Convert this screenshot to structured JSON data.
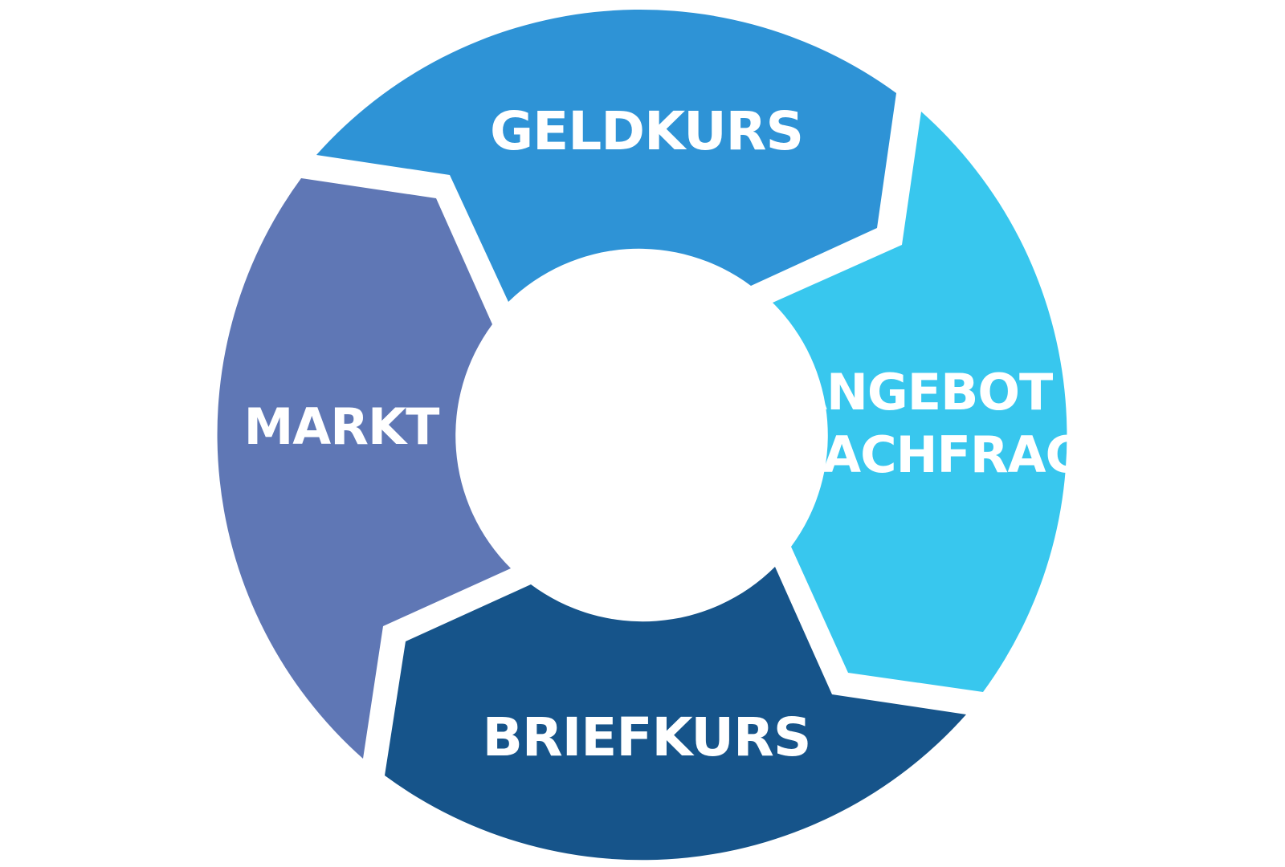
{
  "diagram": {
    "segments": [
      {
        "id": "geldkurs",
        "label_lines": [
          "GELDKURS"
        ],
        "color": "#2E93D6"
      },
      {
        "id": "angebot-nachfrage",
        "label_lines": [
          "ANGEBOT &",
          "NACHFRAGE"
        ],
        "color": "#38C7EE"
      },
      {
        "id": "briefkurs",
        "label_lines": [
          "BRIEFKURS"
        ],
        "color": "#16548A"
      },
      {
        "id": "markt",
        "label_lines": [
          "MARKT"
        ],
        "color": "#5F77B5"
      }
    ],
    "background": "#ffffff",
    "center_color": "#ffffff"
  }
}
